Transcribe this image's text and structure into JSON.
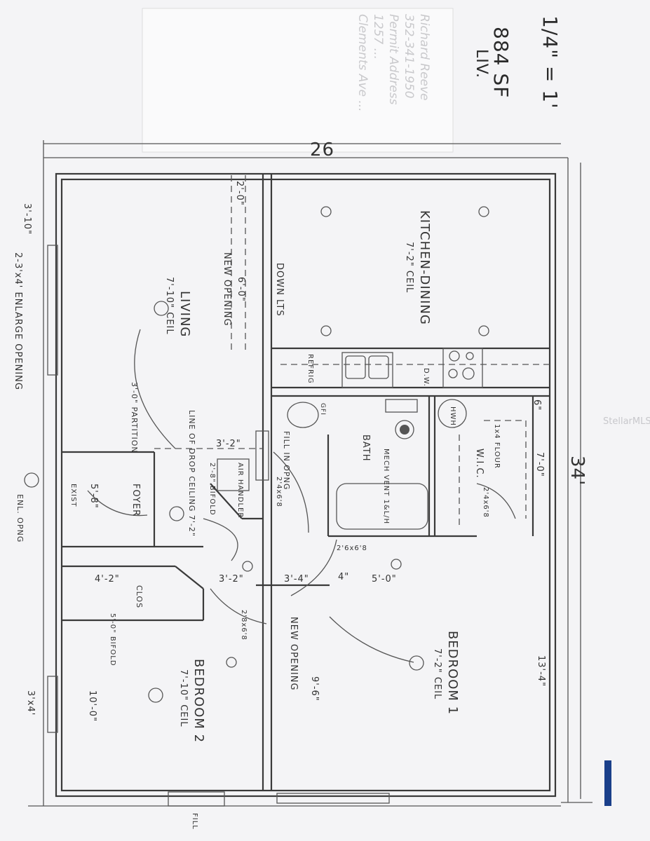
{
  "title": {
    "scale": "1/4\" = 1'",
    "area": "884 SF",
    "area_note": "LIV."
  },
  "sticky_note": {
    "lines": [
      "Richard Reeve",
      "352-341-1950",
      "Permit Address",
      "1257 ...",
      "Clements Ave ..."
    ]
  },
  "dimensions": {
    "width": "26",
    "depth": "34'",
    "left_top": "3'-10\"",
    "left_bottom": "3'x4'",
    "bed2": "10'-0\"",
    "bed1_w": "9'-6\"",
    "bed1_d": "13'-4\"",
    "wic": "7'-0\"",
    "foyer": "5'-8\"",
    "hall_a": "3'-2\"",
    "hall_b": "3'-4\"",
    "hall_c": "5'-0\"",
    "hall_d": "4\"",
    "clos": "4'-2\"",
    "living_open": "6'-0\"",
    "kitchen_top": "2'-0\"",
    "six": "6\"",
    "d1": "3'-2\""
  },
  "rooms": {
    "living": {
      "name": "LIVING",
      "ceil": "7'-10\" CEIL"
    },
    "kitchen": {
      "name": "KITCHEN-DINING",
      "ceil": "7'-2\" CEIL"
    },
    "bedroom1": {
      "name": "BEDROOM 1",
      "ceil": "7'-2\" CEIL"
    },
    "bedroom2": {
      "name": "BEDROOM 2",
      "ceil": "7'-10\" CEIL"
    },
    "bath": {
      "name": "BATH",
      "note": "MECH VENT 1&L/H"
    },
    "wic": {
      "name": "W.I.C.",
      "note": "1x4 FLOUR"
    },
    "foyer": {
      "name": "FOYER"
    }
  },
  "labels": {
    "new_opening_1": "NEW OPENING",
    "new_opening_2": "NEW OPENING",
    "down": "DOWN LTS",
    "enlarge": "2-3'x4' ENLARGE OPENING",
    "drop_ceiling": "LINE OF DROP CEILING 7'-2\"",
    "partition": "3'-0\" PARTITION",
    "air_handler": "AIR HANDLER",
    "fill_in": "FILL IN OPNG",
    "clos": "CLOS",
    "bifold": "5'-0\" BIFOLD",
    "bifold2": "2'-8\" BIFOLD",
    "hwh": "HWH",
    "dw": "D.W.",
    "refrig": "REFRIG",
    "gfi": "GFI",
    "door_a": "2'4x6'8",
    "door_b": "2'6x6'8",
    "door_c": "2'4x6'8",
    "door_d": "2'8x6'8",
    "enl_opng": "ENL. OPNG",
    "exist": "EXIST",
    "fill": "FILL"
  },
  "watermark": "StellarMLS",
  "colors": {
    "paper": "#f4f4f6",
    "ink": "#3a3a3a",
    "marker": "#1a3f8a"
  }
}
